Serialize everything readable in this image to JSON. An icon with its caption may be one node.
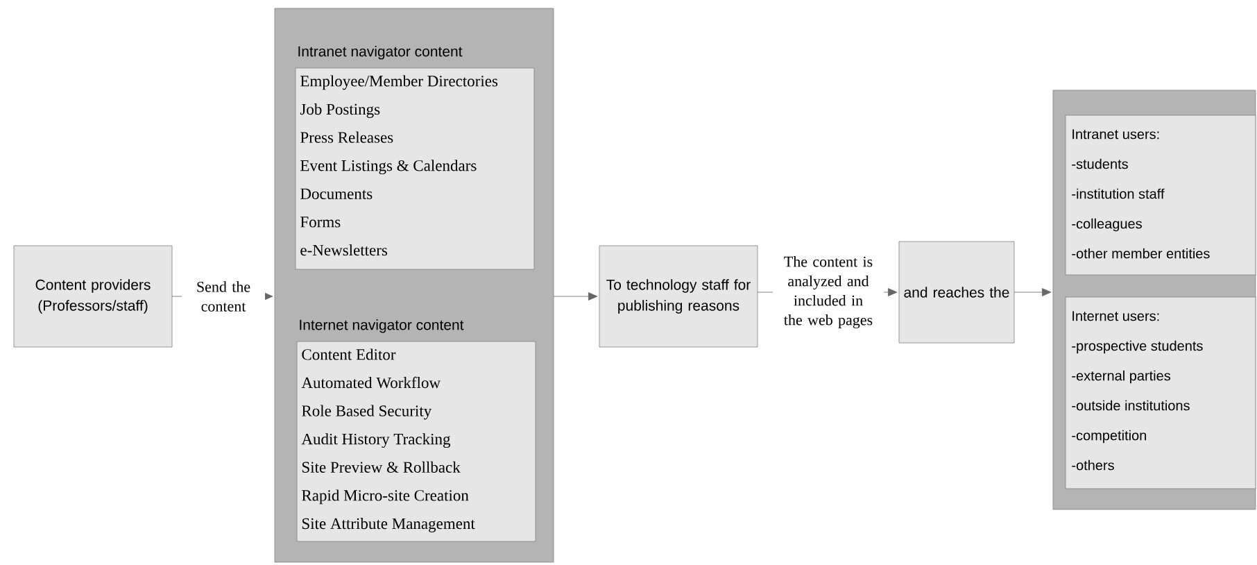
{
  "diagram": {
    "nodes": [
      {
        "text": [
          "Content providers (Professors/staff)"
        ]
      },
      {
        "text": [],
        "shape": "box"
      },
      {
        "text": [
          "Intranet navigator content",
          "Employee/Member Directories",
          "Job Postings",
          "Press Releases",
          "Event Listings & Calendars",
          "Documents",
          "Forms",
          "e-Newsletters"
        ],
        "in": 1
      },
      {
        "text": [
          "Internet navigator content",
          "Content Editor",
          "Automated Workflow",
          "Role Based Security",
          "Audit History Tracking",
          "Site Preview & Rollback",
          "Rapid Micro-site Creation",
          "Site Attribute Management"
        ],
        "in": 1
      },
      {
        "text": [
          "To technology staff for publishing reasons"
        ]
      },
      {
        "text": [
          "and reaches the"
        ]
      },
      {
        "text": [],
        "shape": "box"
      },
      {
        "text": [
          "Intranet users:",
          "-students",
          "-institution staff",
          "-colleagues",
          "-other member entities"
        ],
        "in": 6
      },
      {
        "text": [
          "Internet users:",
          "-prospective students",
          "-external parties",
          "-outside institutions",
          "-competition",
          "-others"
        ],
        "in": 6
      }
    ],
    "edges": [
      {
        "from": 0,
        "to": 1,
        "arrow": "to",
        "label": "Send the content"
      },
      {
        "from": 1,
        "to": 4,
        "arrow": "to"
      },
      {
        "from": 4,
        "to": 5,
        "arrow": "to",
        "label": "The content is analyzed and included in the web pages"
      },
      {
        "from": 5,
        "to": 6,
        "arrow": "to"
      }
    ]
  }
}
